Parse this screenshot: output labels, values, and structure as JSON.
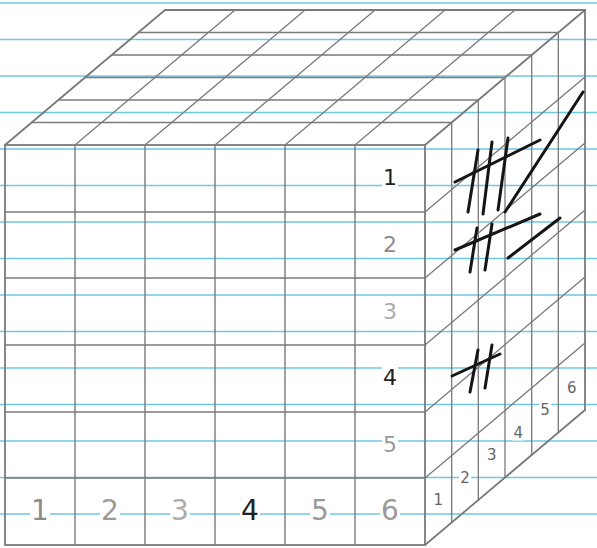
{
  "diagram": {
    "labels": [
      "1",
      "2",
      "3",
      "4",
      "5",
      "6",
      "1",
      "2",
      "3",
      "4",
      "5",
      "1",
      "2",
      "3",
      "4",
      "5",
      "6"
    ]
  }
}
